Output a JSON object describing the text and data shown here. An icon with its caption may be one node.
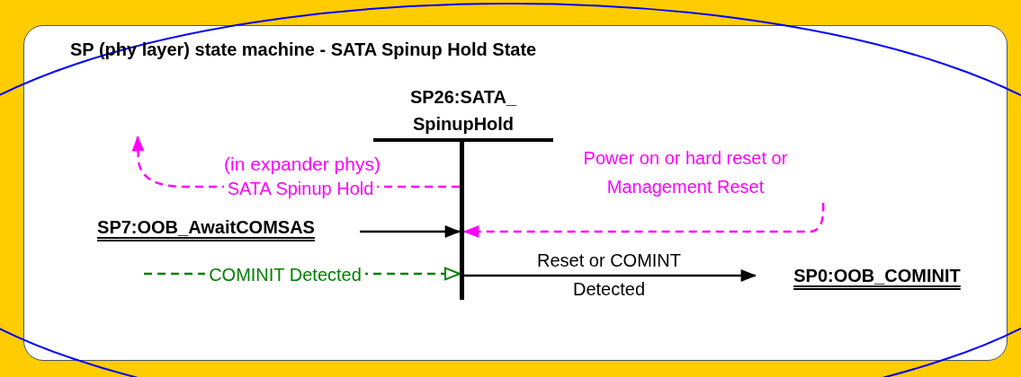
{
  "diagram": {
    "title": "SP (phy layer) state machine - SATA Spinup Hold State",
    "nodes": [
      {
        "text": [
          "SP26:SATA_ SpinupHold"
        ]
      },
      {
        "text": [
          "SP7:OOB_AwaitCOMSAS"
        ]
      },
      {
        "text": [
          "SP0:OOB_COMINIT"
        ]
      }
    ],
    "edges": [
      {
        "from": 0,
        "to": null,
        "arrow": "to",
        "label": "SATA Spinup Hold",
        "style": "dashed",
        "color": "#ff00ff"
      },
      {
        "from": 1,
        "to": 0,
        "arrow": "to",
        "color": "#000000"
      },
      {
        "from": null,
        "to": 0,
        "arrow": "to",
        "label": "Power on or hard reset or Management Reset",
        "style": "dashed",
        "color": "#ff00ff"
      },
      {
        "from": null,
        "to": 0,
        "arrow": "to",
        "label": "COMINIT Detected",
        "style": "dashed",
        "color": "#008000"
      },
      {
        "from": 0,
        "to": 2,
        "arrow": "to",
        "label": "Reset or COMINT Detected",
        "color": "#000000"
      }
    ],
    "labels": [
      "(in expander phys)"
    ]
  }
}
